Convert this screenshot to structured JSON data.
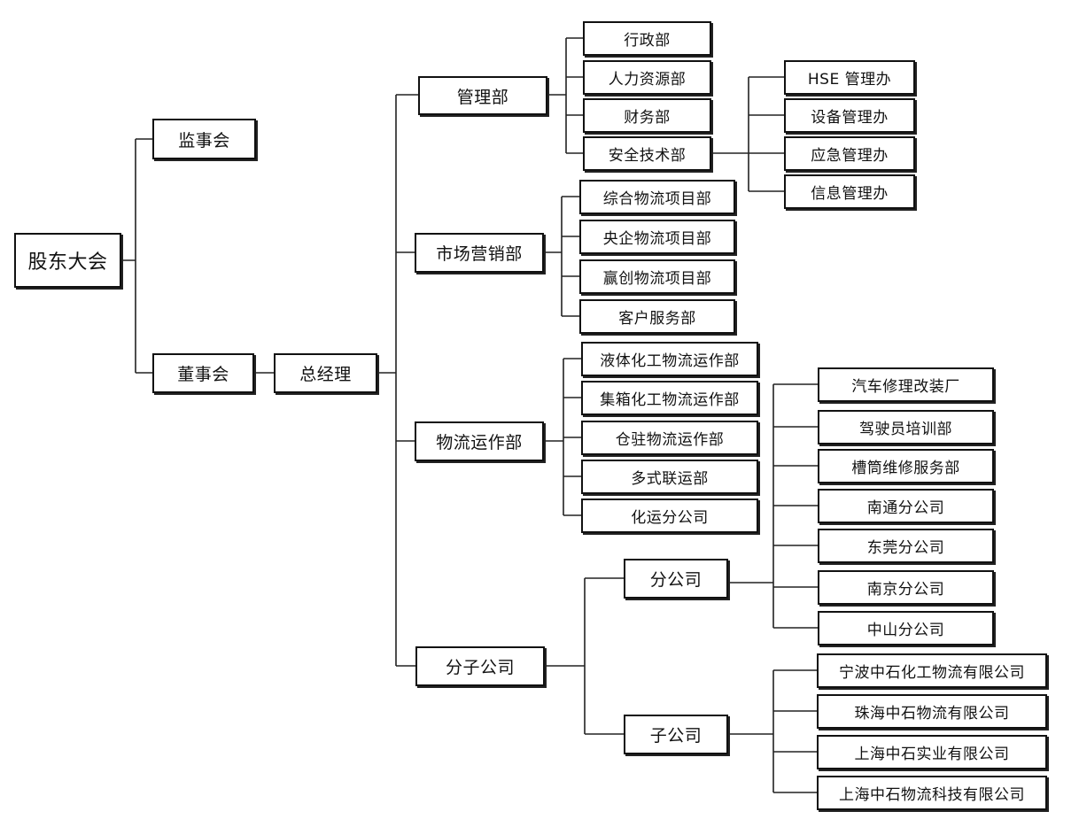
{
  "org_chart": {
    "root": "股东大会",
    "supervisors": "监事会",
    "board": "董事会",
    "general_manager": "总经理",
    "departments": {
      "management": {
        "label": "管理部",
        "children": [
          "行政部",
          "人力资源部",
          "财务部",
          "安全技术部"
        ],
        "safety_offices": [
          "HSE 管理办",
          "设备管理办",
          "应急管理办",
          "信息管理办"
        ]
      },
      "marketing": {
        "label": "市场营销部",
        "children": [
          "综合物流项目部",
          "央企物流项目部",
          "赢创物流项目部",
          "客户服务部"
        ]
      },
      "logistics": {
        "label": "物流运作部",
        "children": [
          "液体化工物流运作部",
          "集箱化工物流运作部",
          "仓驻物流运作部",
          "多式联运部",
          "化运分公司"
        ]
      },
      "subsidiaries": {
        "label": "分子公司",
        "branch": {
          "label": "分公司",
          "children": [
            "汽车修理改装厂",
            "驾驶员培训部",
            "槽筒维修服务部",
            "南通分公司",
            "东莞分公司",
            "南京分公司",
            "中山分公司"
          ]
        },
        "subsidiary": {
          "label": "子公司",
          "children": [
            "宁波中石化工物流有限公司",
            "珠海中石物流有限公司",
            "上海中石实业有限公司",
            "上海中石物流科技有限公司"
          ]
        }
      }
    }
  }
}
